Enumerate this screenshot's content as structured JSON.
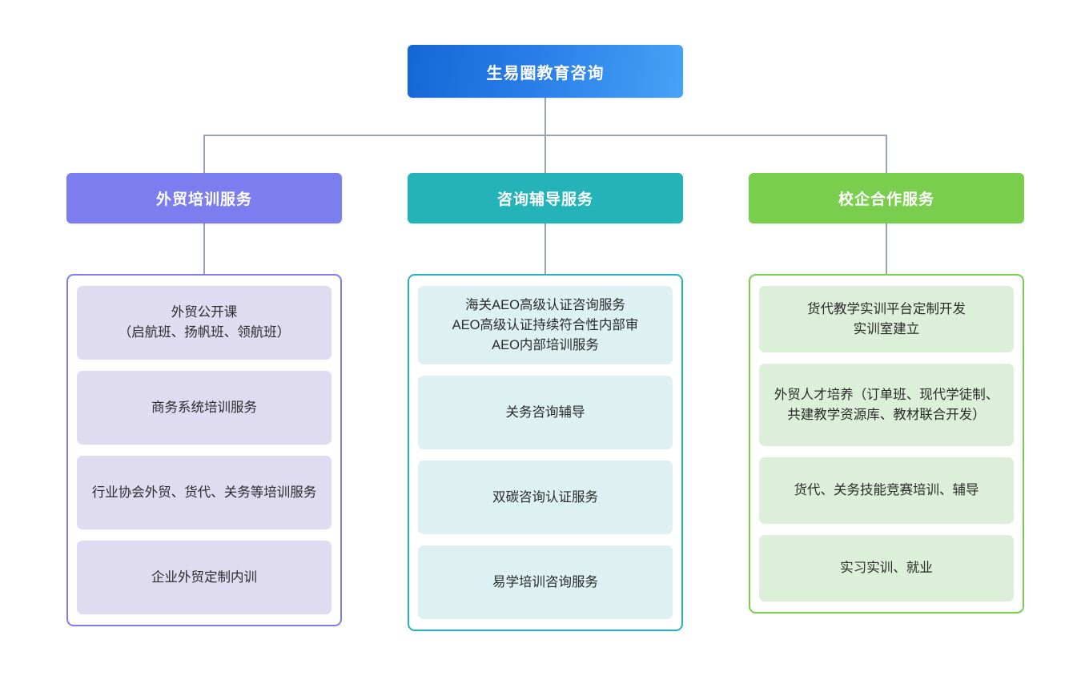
{
  "root": {
    "label": "生易圈教育咨询",
    "color": "#2a7de8"
  },
  "connector_color": "#97a3ae",
  "columns": [
    {
      "theme": "purple",
      "accent": "#7c7ef0",
      "card_fill": "#dfdcf2",
      "header": "外贸培训服务",
      "cards": [
        {
          "text": "外贸公开课\n（启航班、扬帆班、领航班）",
          "height": 92
        },
        {
          "text": "商务系统培训服务",
          "height": 92
        },
        {
          "text": "行业协会外贸、货代、关务等培训服务",
          "height": 92
        },
        {
          "text": "企业外贸定制内训",
          "height": 92
        }
      ]
    },
    {
      "theme": "teal",
      "accent": "#23b3b8",
      "card_fill": "#ddf0f2",
      "header": "咨询辅导服务",
      "cards": [
        {
          "text": "海关AEO高级认证咨询服务\nAEO高级认证持续符合性内部审\nAEO内部培训服务",
          "height": 98
        },
        {
          "text": "关务咨询辅导",
          "height": 92
        },
        {
          "text": "双碳咨询认证服务",
          "height": 92
        },
        {
          "text": "易学培训咨询服务",
          "height": 92
        }
      ]
    },
    {
      "theme": "green",
      "accent": "#79ce4e",
      "card_fill": "#dcefd9",
      "header": "校企合作服务",
      "cards": [
        {
          "text": "货代教学实训平台定制开发\n实训室建立",
          "height": 83
        },
        {
          "text": "外贸人才培养（订单班、现代学徒制、共建教学资源库、教材联合开发）",
          "height": 103
        },
        {
          "text": "货代、关务技能竞赛培训、辅导",
          "height": 83
        },
        {
          "text": "实习实训、就业",
          "height": 83
        }
      ]
    }
  ]
}
